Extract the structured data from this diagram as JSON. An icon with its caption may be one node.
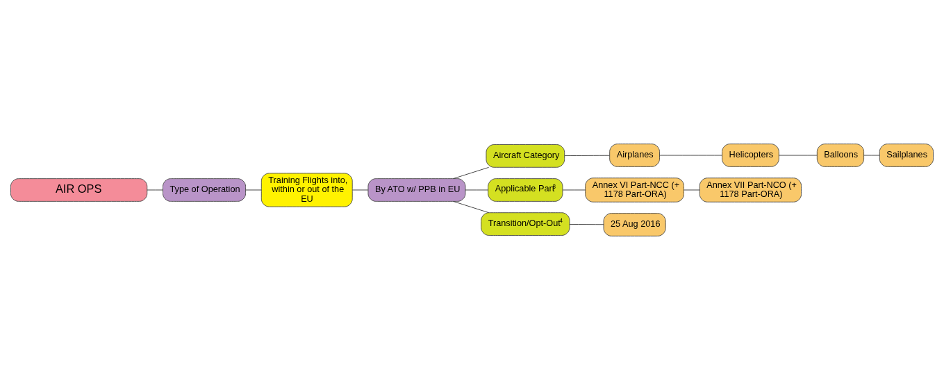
{
  "diagram": {
    "nodes": [
      {
        "text": [
          "AIR OPS"
        ]
      },
      {
        "text": [
          "Type of Operation"
        ]
      },
      {
        "text": [
          "Training Flights into, within or out of the EU"
        ]
      },
      {
        "text": [
          "By ATO w/ PPB in EU"
        ]
      },
      {
        "text": [
          "Aircraft Category"
        ]
      },
      {
        "text": [
          "Applicable Part$^{3}$"
        ]
      },
      {
        "text": [
          "Transition/Opt-Out$^{4}$"
        ]
      },
      {
        "text": [
          "Airplanes"
        ]
      },
      {
        "text": [
          "Helicopters"
        ]
      },
      {
        "text": [
          "Balloons"
        ]
      },
      {
        "text": [
          "Sailplanes"
        ]
      },
      {
        "text": [
          "Annex VI Part-NCC (+ 1178 Part-ORA)"
        ]
      },
      {
        "text": [
          "Annex VII Part-NCO (+ 1178 Part-ORA)"
        ]
      },
      {
        "text": [
          "25 Aug 2016"
        ]
      }
    ],
    "edges": [
      {
        "from": 0,
        "to": 1,
        "arrow": "none"
      },
      {
        "from": 1,
        "to": 2,
        "arrow": "none"
      },
      {
        "from": 2,
        "to": 3,
        "arrow": "none"
      },
      {
        "from": 3,
        "to": 4,
        "arrow": "none"
      },
      {
        "from": 3,
        "to": 5,
        "arrow": "none"
      },
      {
        "from": 3,
        "to": 6,
        "arrow": "none"
      },
      {
        "from": 4,
        "to": 7,
        "arrow": "none"
      },
      {
        "from": 7,
        "to": 8,
        "arrow": "none"
      },
      {
        "from": 8,
        "to": 9,
        "arrow": "none"
      },
      {
        "from": 9,
        "to": 10,
        "arrow": "none"
      },
      {
        "from": 5,
        "to": 11,
        "arrow": "none"
      },
      {
        "from": 11,
        "to": 12,
        "arrow": "none"
      },
      {
        "from": 6,
        "to": 13,
        "arrow": "none"
      }
    ]
  }
}
